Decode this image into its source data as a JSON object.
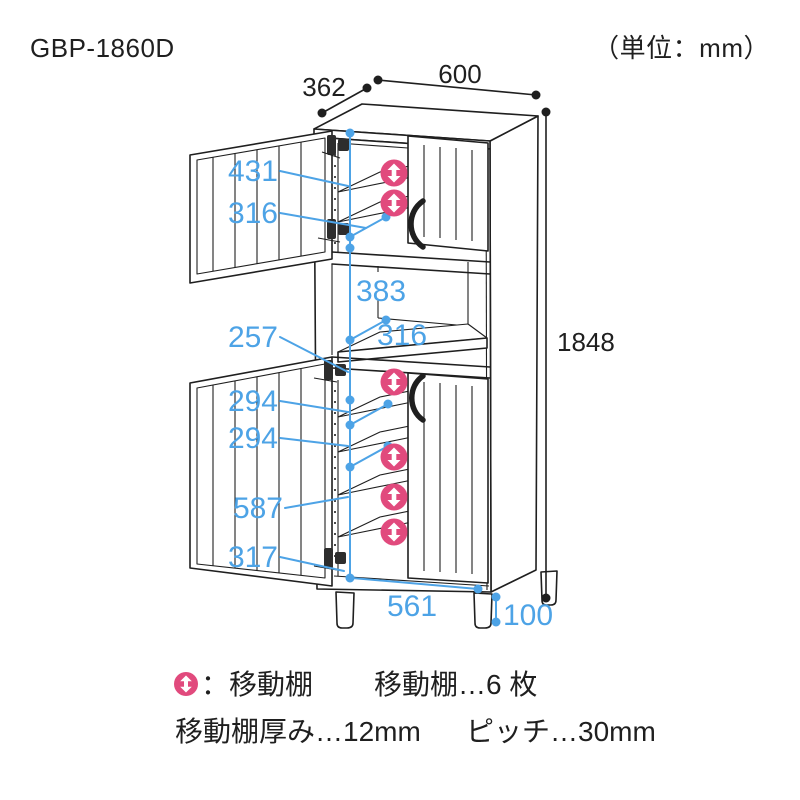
{
  "header": {
    "model": "GBP-1860D",
    "unit_note": "（単位：mm）"
  },
  "dims": {
    "depth": "362",
    "width": "600",
    "height": "1848",
    "upper_interior_height": "431",
    "upper_shelf_depth": "316",
    "open_section_height": "383",
    "open_shelf_depth": "316",
    "gap_257": "257",
    "gap_294a": "294",
    "gap_294b": "294",
    "gap_587": "587",
    "gap_317": "317",
    "interior_width": "561",
    "leg_height": "100"
  },
  "legend": {
    "icon_label": "：移動棚",
    "shelf_count": "移動棚…6 枚",
    "shelf_thickness": "移動棚厚み…12mm",
    "pitch": "ピッチ…30mm"
  },
  "icons": {
    "movable_shelf": "updown-arrow-circle"
  },
  "colors": {
    "dimension_blue": "#4da3e6",
    "shelf_pink": "#e14a7d",
    "line_ink": "#1f1f1f"
  }
}
